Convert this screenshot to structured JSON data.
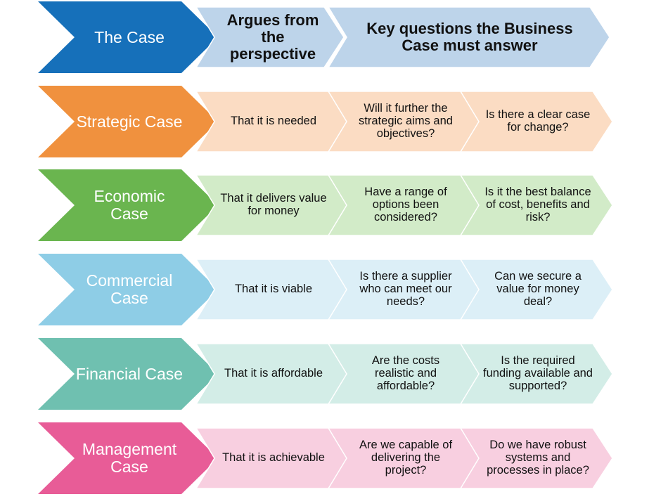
{
  "header": {
    "case_label": "The Case",
    "argues_label": "Argues from the perspective",
    "questions_label": "Key questions the Business Case must answer",
    "colors": {
      "case": "#1670ba",
      "light": "#bdd4ea"
    }
  },
  "rows": [
    {
      "name": "Strategic Case",
      "argues": "That it is needed",
      "q1": "Will it further the strategic aims and objectives?",
      "q2": "Is there a clear case for change?",
      "color": "#f0913e",
      "light": "#fbdcc3"
    },
    {
      "name": "Economic Case",
      "argues": "That it delivers value for money",
      "q1": "Have a range of options been considered?",
      "q2": "Is it the best balance of cost, benefits and risk?",
      "color": "#6ab54f",
      "light": "#d2ebc8"
    },
    {
      "name": "Commercial Case",
      "argues": "That it is viable",
      "q1": "Is there a supplier who can meet our needs?",
      "q2": "Can we secure a value for money deal?",
      "color": "#8ecde6",
      "light": "#dceff7"
    },
    {
      "name": "Financial Case",
      "argues": "That it is affordable",
      "q1": "Are the costs realistic and affordable?",
      "q2": "Is the required funding available and supported?",
      "color": "#6fc0b0",
      "light": "#d3ede7"
    },
    {
      "name": "Management Case",
      "argues": "That it is achievable",
      "q1": "Are we capable of delivering the project?",
      "q2": "Do we have robust systems and processes in place?",
      "color": "#e85c97",
      "light": "#f8cfe0"
    }
  ]
}
